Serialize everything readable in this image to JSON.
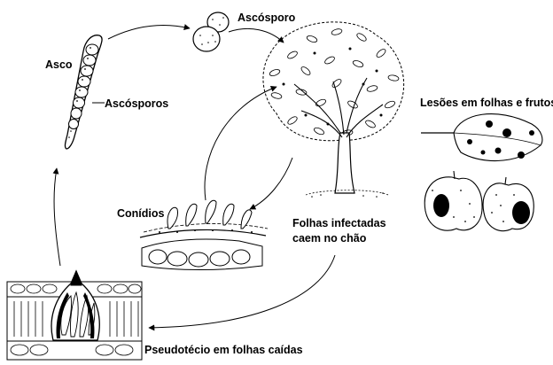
{
  "diagram": {
    "labels": {
      "asco": "Asco",
      "ascosporos": "Ascósporos",
      "ascosporo": "Ascósporo",
      "lesoes": "Lesões em folhas e frutos",
      "conidios": "Conídios",
      "folhas_line1": "Folhas infectadas",
      "folhas_line2": "caem no chão",
      "pseudotecio": "Pseudotécio em folhas caídas"
    },
    "colors": {
      "ink": "#000000",
      "background": "#ffffff"
    },
    "illustrations": [
      "ascus-with-ascospores",
      "single-ascospore",
      "infected-tree",
      "infected-leaf",
      "infected-apple-fruits",
      "conidia-on-leaf-surface",
      "pseudothecium-cross-section"
    ],
    "arrows": [
      "ascus-to-ascospore",
      "ascospore-to-tree",
      "tree-to-conidia",
      "conidia-to-tree",
      "fallen-leaves-to-pseudothecium",
      "pseudothecium-to-ascus"
    ]
  }
}
